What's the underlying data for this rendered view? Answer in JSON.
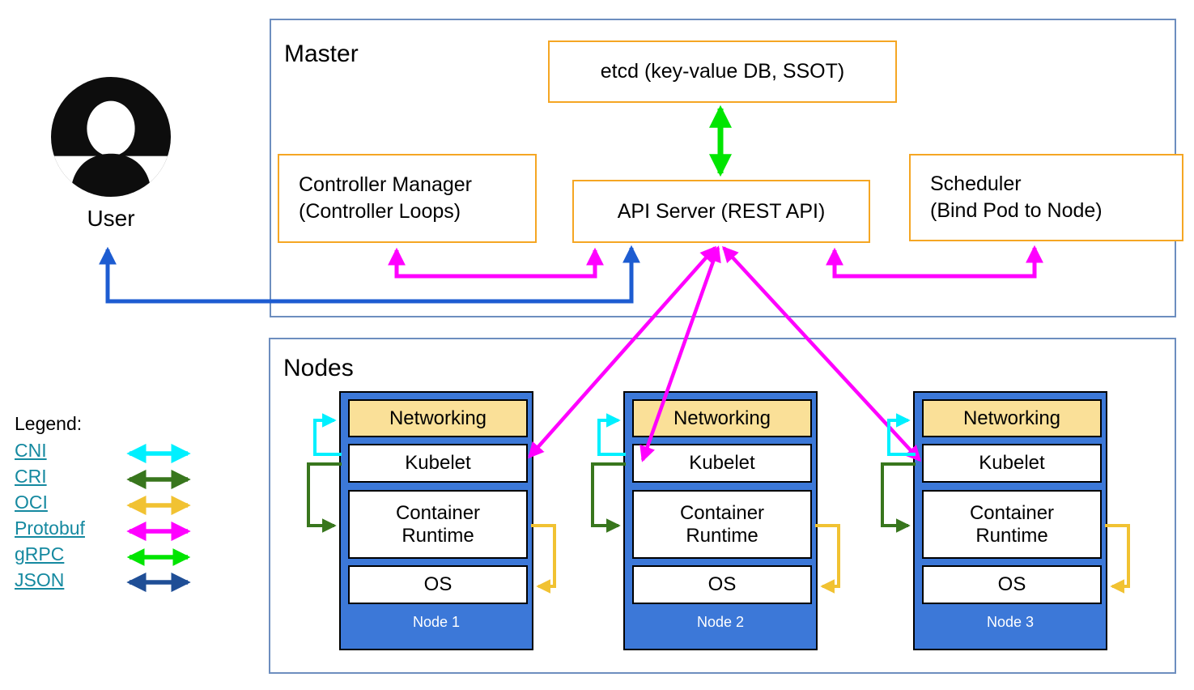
{
  "user": {
    "label": "User"
  },
  "master": {
    "title": "Master",
    "etcd": "etcd (key-value DB, SSOT)",
    "controller_manager": "Controller Manager\n(Controller Loops)",
    "api_server": "API Server (REST API)",
    "scheduler": "Scheduler\n(Bind Pod to Node)"
  },
  "nodes_section": {
    "title": "Nodes",
    "nodes": [
      {
        "name": "Node 1",
        "networking": "Networking",
        "kubelet": "Kubelet",
        "runtime": "Container\nRuntime",
        "os": "OS"
      },
      {
        "name": "Node 2",
        "networking": "Networking",
        "kubelet": "Kubelet",
        "runtime": "Container\nRuntime",
        "os": "OS"
      },
      {
        "name": "Node 3",
        "networking": "Networking",
        "kubelet": "Kubelet",
        "runtime": "Container\nRuntime",
        "os": "OS"
      }
    ]
  },
  "legend": {
    "title": "Legend:",
    "items": [
      {
        "label": "CNI",
        "color": "#00f0ff"
      },
      {
        "label": "CRI",
        "color": "#38761d"
      },
      {
        "label": "OCI",
        "color": "#f1c232"
      },
      {
        "label": "Protobuf",
        "color": "#ff00ff"
      },
      {
        "label": "gRPC",
        "color": "#00e500"
      },
      {
        "label": "JSON",
        "color": "#1f4e96"
      }
    ]
  },
  "colors": {
    "user_arrow": "#1d5cd1",
    "node_fill": "#3c78d8",
    "networking_fill": "#fae098",
    "component_border": "#f5a623",
    "section_border": "#6d8ebf"
  }
}
